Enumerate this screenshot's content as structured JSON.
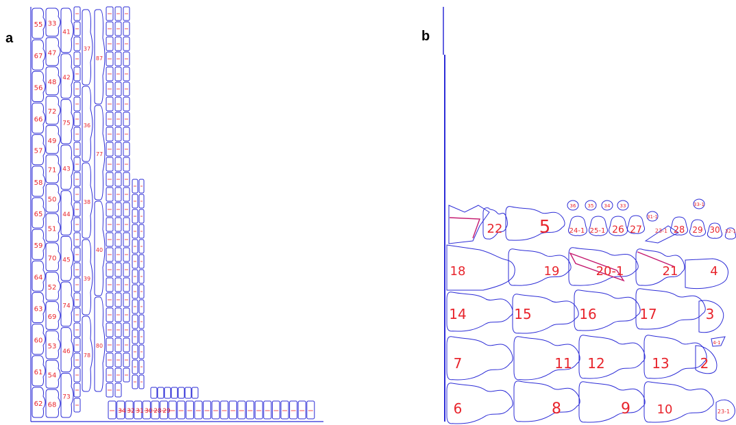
{
  "panels": {
    "a": {
      "label": "a",
      "column1": [
        "55",
        "67",
        "56",
        "66",
        "57",
        "58",
        "65",
        "59",
        "64",
        "63",
        "60",
        "61",
        "62"
      ],
      "column2": [
        "33",
        "47",
        "48",
        "72",
        "49",
        "71",
        "50",
        "51",
        "70",
        "52",
        "69",
        "53",
        "54",
        "68"
      ],
      "column3": [
        "41",
        "42",
        "75",
        "43",
        "44",
        "45",
        "74",
        "46",
        "73"
      ],
      "column4": [
        "37",
        "36",
        "38",
        "39",
        "78"
      ],
      "column5": [
        "87",
        "77",
        "40",
        "80"
      ],
      "bottom_row": [
        "34",
        "32",
        "31",
        "30",
        "28",
        "29"
      ]
    },
    "b": {
      "label": "b",
      "row1": [
        "22",
        "5",
        "24-1",
        "25-1",
        "26",
        "27",
        "23-1",
        "28",
        "29",
        "30",
        "32-1"
      ],
      "row1_small": [
        "36",
        "35",
        "34",
        "33",
        "31-1",
        "33-1"
      ],
      "row2": [
        "18",
        "19",
        "20-1",
        "21",
        "4"
      ],
      "row3": [
        "14",
        "15",
        "16",
        "17",
        "3"
      ],
      "row4": [
        "7",
        "11",
        "12",
        "13",
        "2"
      ],
      "row4_small": [
        "4-1"
      ],
      "row5": [
        "6",
        "8",
        "9",
        "10",
        "23-1"
      ]
    }
  },
  "colors": {
    "outline": "#2a2ad6",
    "label": "#e8242c",
    "seam": "#c4186e"
  }
}
